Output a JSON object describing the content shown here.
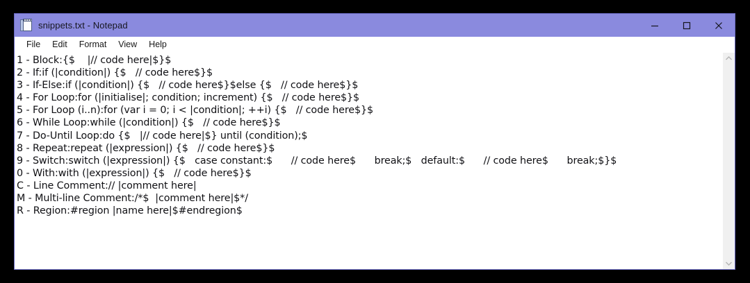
{
  "window": {
    "title": "snippets.txt - Notepad",
    "icon": "notepad-icon",
    "titlebar_color": "#8a8ade",
    "controls": {
      "minimize_label": "Minimize",
      "maximize_label": "Maximize",
      "close_label": "Close"
    }
  },
  "menubar": {
    "items": [
      {
        "label": "File"
      },
      {
        "label": "Edit"
      },
      {
        "label": "Format"
      },
      {
        "label": "View"
      },
      {
        "label": "Help"
      }
    ]
  },
  "editor": {
    "filename": "snippets.txt",
    "lines": [
      "1 - Block:{$    |// code here|$}$",
      "2 - If:if (|condition|) {$   // code here$}$",
      "3 - If-Else:if (|condition|) {$   // code here$}$else {$   // code here$}$",
      "4 - For Loop:for (|initialise|; condition; increment) {$   // code here$}$",
      "5 - For Loop (i..n):for (var i = 0; i < |condition|; ++i) {$   // code here$}$",
      "6 - While Loop:while (|condition|) {$   // code here$}$",
      "7 - Do-Until Loop:do {$   |// code here|$} until (condition);$",
      "8 - Repeat:repeat (|expression|) {$   // code here$}$",
      "9 - Switch:switch (|expression|) {$   case constant:$      // code here$      break;$   default:$      // code here$      break;$}$",
      "0 - With:with (|expression|) {$   // code here$}$",
      "C - Line Comment:// |comment here|",
      "M - Multi-line Comment:/*$  |comment here|$*/",
      "R - Region:#region |name here|$#endregion$"
    ]
  },
  "scrollbar": {
    "up_arrow": "chevron-up-icon",
    "down_arrow": "chevron-down-icon"
  }
}
